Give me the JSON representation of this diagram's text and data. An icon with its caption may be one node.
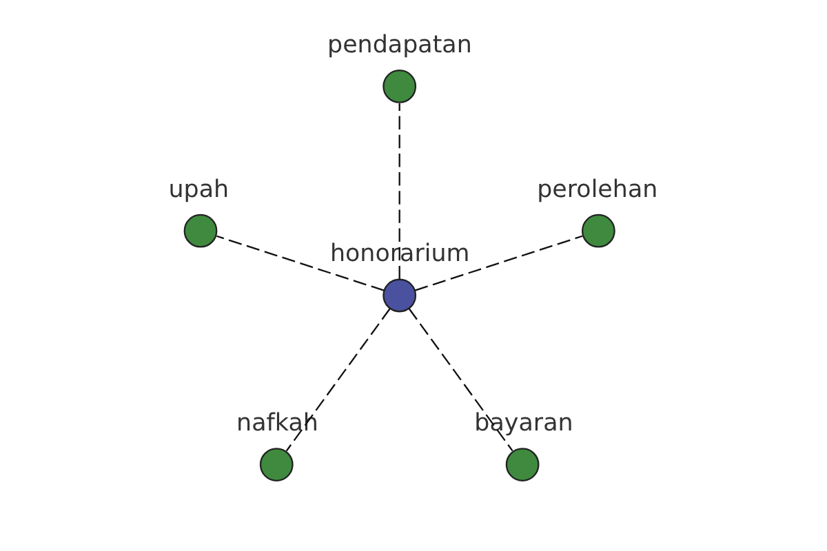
{
  "diagram": {
    "nodes": [
      {
        "text": [
          "perolehan"
        ]
      },
      {
        "text": [
          "pendapatan"
        ]
      },
      {
        "text": [
          "bayaran"
        ]
      },
      {
        "text": [
          "honorarium"
        ]
      },
      {
        "text": [
          "upah"
        ]
      },
      {
        "text": [
          "nafkah"
        ]
      }
    ],
    "edges": [
      {
        "from": 3,
        "to": 2,
        "arrow": "none",
        "style": "dashed"
      },
      {
        "from": 3,
        "to": 0,
        "arrow": "none",
        "style": "dashed"
      },
      {
        "from": 3,
        "to": 1,
        "arrow": "none",
        "style": "dashed"
      },
      {
        "from": 3,
        "to": 4,
        "arrow": "none",
        "style": "dashed"
      },
      {
        "from": 3,
        "to": 5,
        "arrow": "none",
        "style": "dashed"
      }
    ]
  }
}
